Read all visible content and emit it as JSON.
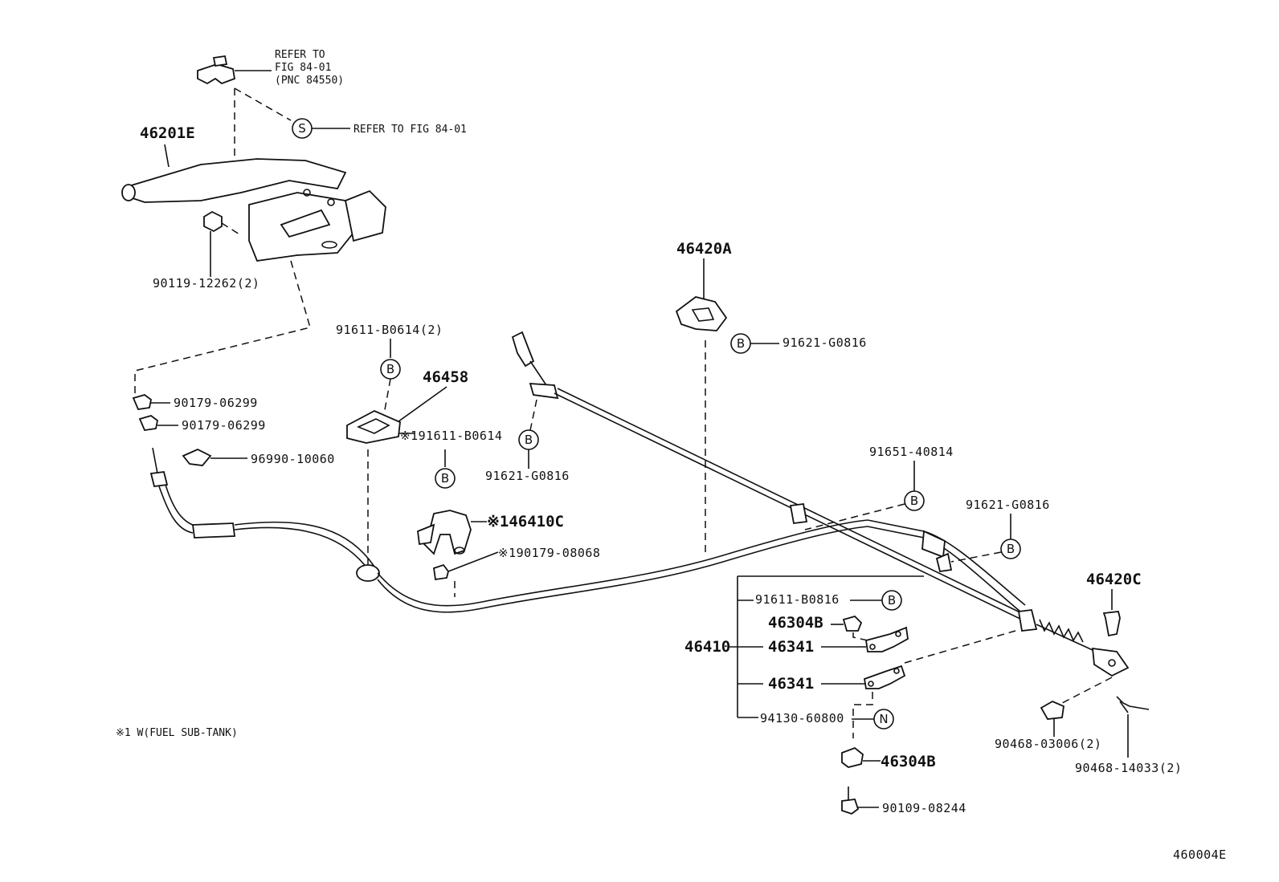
{
  "labels": {
    "refer_fig_title": "REFER TO\nFIG 84-01\n(PNC 84550)",
    "refer_line1": "REFER TO",
    "refer_line2": "FIG 84-01",
    "refer_line3": "(PNC 84550)",
    "refer_s": "REFER TO FIG 84-01",
    "p46201E": "46201E",
    "p90119": "90119-12262(2)",
    "p90179a": "90179-06299",
    "p90179b": "90179-06299",
    "p96990": "96990-10060",
    "p91611_top": "91611-B0614(2)",
    "p46458": "46458",
    "p91611_note": "※191611-B0614",
    "p91621_mid": "91621-G0816",
    "p46410C": "※146410C",
    "p90179_08068": "※190179-08068",
    "p46420A": "46420A",
    "p91621_right": "91621-G0816",
    "p91651": "91651-40814",
    "p91621_far": "91621-G0816",
    "p46420C": "46420C",
    "p91611_b0816": "91611-B0816",
    "p46304B_top": "46304B",
    "p46410": "46410",
    "p46341_top": "46341",
    "p46341_bottom": "46341",
    "p94130": "94130-60800",
    "p46304B_bottom": "46304B",
    "p90109": "90109-08244",
    "p90468_03006": "90468-03006(2)",
    "p90468_14033": "90468-14033(2)",
    "footnote": "※1 W(FUEL SUB-TANK)",
    "figure_code": "460004E"
  },
  "markers": {
    "s": "S",
    "b": "B",
    "n": "N"
  }
}
